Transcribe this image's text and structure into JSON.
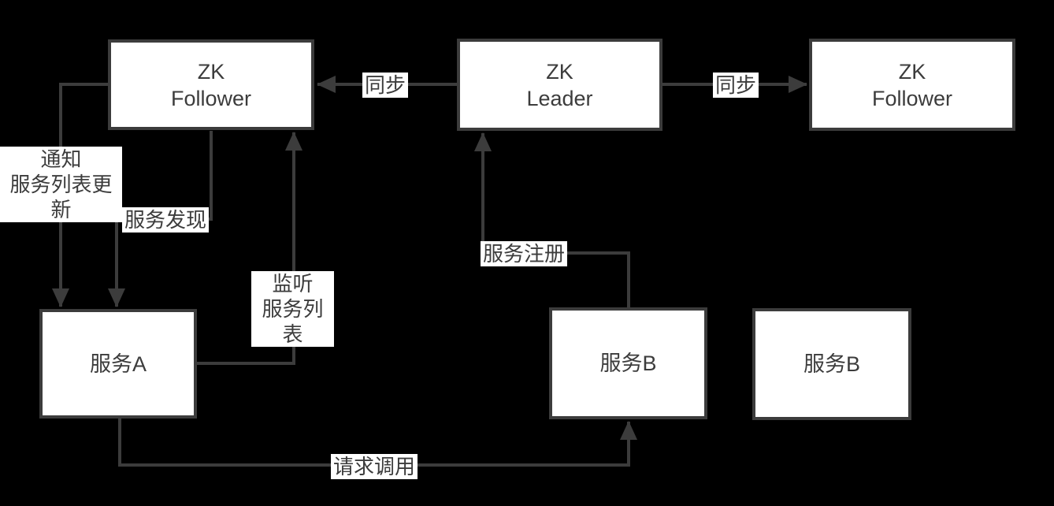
{
  "colors": {
    "background": "#000000",
    "stroke": "#3c3c3c",
    "box_fill": "#ffffff",
    "text": "#3c3c3c",
    "label_bg": "#ffffff"
  },
  "nodes": [
    {
      "id": "zk-follower-left",
      "label": "ZK\nFollower"
    },
    {
      "id": "zk-leader",
      "label": "ZK\nLeader"
    },
    {
      "id": "zk-follower-right",
      "label": "ZK\nFollower"
    },
    {
      "id": "service-a",
      "label": "服务A"
    },
    {
      "id": "service-b-center",
      "label": "服务B"
    },
    {
      "id": "service-b-right",
      "label": "服务B"
    }
  ],
  "edges": [
    {
      "id": "sync-to-left-follower",
      "label": "同步",
      "from": "zk-leader",
      "to": "zk-follower-left"
    },
    {
      "id": "sync-to-right-follower",
      "label": "同步",
      "from": "zk-leader",
      "to": "zk-follower-right"
    },
    {
      "id": "notify-list-update",
      "label": "通知\n服务列表更新",
      "from": "zk-follower-left",
      "to": "service-a"
    },
    {
      "id": "service-discovery",
      "label": "服务发现",
      "from": "zk-follower-left",
      "to": "service-a"
    },
    {
      "id": "listen-service-list",
      "label": "监听\n服务列表",
      "from": "service-a",
      "to": "zk-follower-left"
    },
    {
      "id": "service-register",
      "label": "服务注册",
      "from": "service-b-center",
      "to": "zk-leader"
    },
    {
      "id": "request-invoke",
      "label": "请求调用",
      "from": "service-a",
      "to": "service-b-center"
    }
  ]
}
